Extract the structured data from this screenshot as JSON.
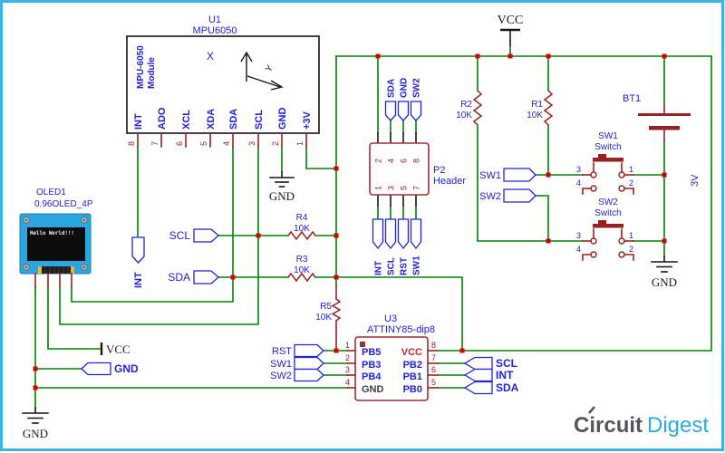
{
  "colors": {
    "wire_green": "#008300",
    "component_dark_red": "#992121",
    "component_box_maroon": "#9D3039",
    "label_blue": "#2222DC",
    "junction_red": "#D40000",
    "frame_cyan": "#3CB4E6",
    "oled_board_blue": "#2CA6E0",
    "logo_gray": "#55565A",
    "logo_blue": "#2BA9E0"
  },
  "mpu": {
    "ref": "U1",
    "value": "MPU6050",
    "module_line1": "MPU-6050",
    "module_line2": "Module",
    "axis_x": "X",
    "axis_y": "Y",
    "gnd_label": "GND",
    "pins": [
      {
        "num": "8",
        "name": "INT"
      },
      {
        "num": "7",
        "name": "ADO"
      },
      {
        "num": "6",
        "name": "XCL"
      },
      {
        "num": "5",
        "name": "XDA"
      },
      {
        "num": "4",
        "name": "SDA"
      },
      {
        "num": "3",
        "name": "SCL"
      },
      {
        "num": "2",
        "name": "GND"
      },
      {
        "num": "1",
        "name": "+3V"
      }
    ]
  },
  "oled": {
    "ref": "OLED1",
    "value": "0.96OLED_4P",
    "screen_text": "Hello World!!!",
    "int_label": "INT"
  },
  "nets": {
    "scl": "SCL",
    "sda": "SDA"
  },
  "resistors": {
    "r1": {
      "ref": "R1",
      "value": "10K"
    },
    "r2": {
      "ref": "R2",
      "value": "10K"
    },
    "r3": {
      "ref": "R3",
      "value": "10K"
    },
    "r4": {
      "ref": "R4",
      "value": "10K"
    },
    "r5": {
      "ref": "R5",
      "value": "10K"
    }
  },
  "header": {
    "ref": "P2",
    "value": "Header",
    "pins_top": [
      "2",
      "4",
      "6",
      "8"
    ],
    "pins_bottom": [
      "1",
      "3",
      "5",
      "7"
    ],
    "labels_top": [
      "SDA",
      "GND",
      "SW2"
    ],
    "labels_bottom": [
      "INT",
      "SCL",
      "RST",
      "SW1"
    ]
  },
  "switch_nets": {
    "sw1": "SW1",
    "sw2": "SW2"
  },
  "sw1": {
    "ref": "SW1",
    "value": "Switch",
    "pin3": "3",
    "pin4": "4",
    "pin1": "1",
    "pin2": "2"
  },
  "sw2": {
    "ref": "SW2",
    "value": "Switch",
    "pin3": "3",
    "pin4": "4",
    "pin1": "1",
    "pin2": "2"
  },
  "battery": {
    "ref": "BT1",
    "value": "3V",
    "gnd_label": "GND"
  },
  "power": {
    "vcc_top": "VCC",
    "vcc_left": "VCC",
    "gnd_pentagon": "GND",
    "gnd_bottom_left": "GND"
  },
  "mcu": {
    "ref": "U3",
    "value": "ATTINY85-dip8",
    "left_pins": [
      {
        "num": "1",
        "name": "PB5"
      },
      {
        "num": "2",
        "name": "PB3"
      },
      {
        "num": "3",
        "name": "PB4"
      },
      {
        "num": "4",
        "name": "GND"
      }
    ],
    "right_pins": [
      {
        "num": "8",
        "name": "VCC"
      },
      {
        "num": "7",
        "name": "PB2"
      },
      {
        "num": "6",
        "name": "PB1"
      },
      {
        "num": "5",
        "name": "PB0"
      }
    ],
    "left_nets": [
      "RST",
      "SW1",
      "SW2"
    ],
    "right_nets": [
      "SCL",
      "INT",
      "SDA"
    ]
  },
  "logo": {
    "part1": "Circuit",
    "part2": "Digest"
  }
}
